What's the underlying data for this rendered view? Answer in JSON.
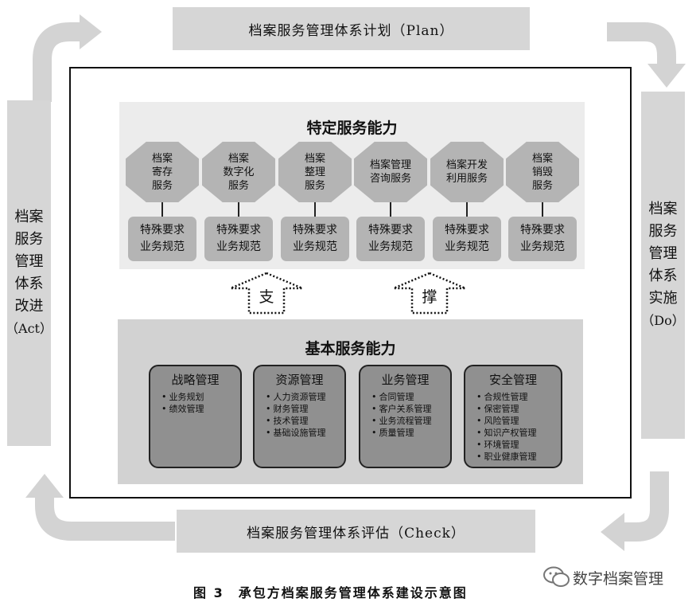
{
  "cycle": {
    "plan": "档案服务管理体系计划（Plan）",
    "do_lines": [
      "档案",
      "服务",
      "管理",
      "体系",
      "实施",
      "（Do）"
    ],
    "check": "档案服务管理体系评估（Check）",
    "act_lines": [
      "档案",
      "服务",
      "管理",
      "体系",
      "改进",
      "（Act）"
    ]
  },
  "specific": {
    "title": "特定服务能力",
    "services": [
      {
        "lines": [
          "档案",
          "寄存",
          "服务"
        ],
        "req": [
          "特殊要求",
          "业务规范"
        ]
      },
      {
        "lines": [
          "档案",
          "数字化",
          "服务"
        ],
        "req": [
          "特殊要求",
          "业务规范"
        ]
      },
      {
        "lines": [
          "档案",
          "整理",
          "服务"
        ],
        "req": [
          "特殊要求",
          "业务规范"
        ]
      },
      {
        "lines": [
          "档案管理",
          "咨询服务"
        ],
        "req": [
          "特殊要求",
          "业务规范"
        ]
      },
      {
        "lines": [
          "档案开发",
          "利用服务"
        ],
        "req": [
          "特殊要求",
          "业务规范"
        ]
      },
      {
        "lines": [
          "档案",
          "销毁",
          "服务"
        ],
        "req": [
          "特殊要求",
          "业务规范"
        ]
      }
    ]
  },
  "support": {
    "left": "支",
    "right": "撑"
  },
  "basic": {
    "title": "基本服务能力",
    "groups": [
      {
        "title": "战略管理",
        "items": [
          "业务规划",
          "绩效管理"
        ]
      },
      {
        "title": "资源管理",
        "items": [
          "人力资源管理",
          "财务管理",
          "技术管理",
          "基础设施管理"
        ]
      },
      {
        "title": "业务管理",
        "items": [
          "合同管理",
          "客户关系管理",
          "业务流程管理",
          "质量管理"
        ]
      },
      {
        "title": "安全管理",
        "items": [
          "合规性管理",
          "保密管理",
          "风险管理",
          "知识产权管理",
          "环境管理",
          "职业健康管理"
        ]
      }
    ]
  },
  "caption": "图 3　承包方档案服务管理体系建设示意图",
  "watermark": "数字档案管理",
  "colors": {
    "banner": "#d6d6d6",
    "shape": "#b4b4b4",
    "mgmt_box": "#909090"
  }
}
